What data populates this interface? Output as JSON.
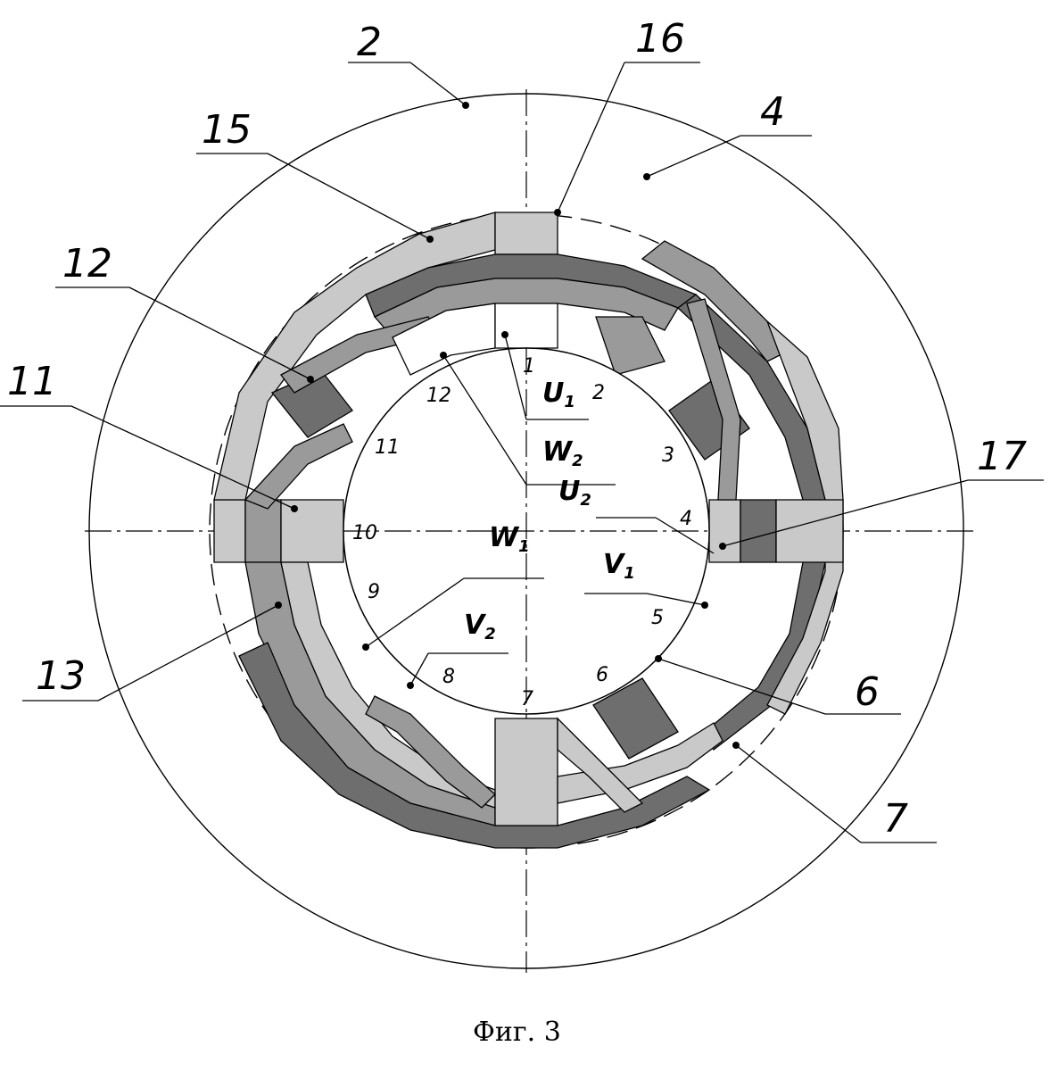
{
  "figure": {
    "caption": "Фиг. 3",
    "callouts": [
      {
        "id": "2",
        "label": "2"
      },
      {
        "id": "4",
        "label": "4"
      },
      {
        "id": "6",
        "label": "6"
      },
      {
        "id": "7",
        "label": "7"
      },
      {
        "id": "11",
        "label": "11"
      },
      {
        "id": "12",
        "label": "12"
      },
      {
        "id": "13",
        "label": "13"
      },
      {
        "id": "15",
        "label": "15"
      },
      {
        "id": "16",
        "label": "16"
      },
      {
        "id": "17",
        "label": "17"
      }
    ],
    "slot_numbers": [
      "1",
      "2",
      "3",
      "4",
      "5",
      "6",
      "7",
      "8",
      "9",
      "10",
      "11",
      "12"
    ],
    "phase_labels": [
      {
        "letter": "U",
        "sub": "1"
      },
      {
        "letter": "W",
        "sub": "2"
      },
      {
        "letter": "U",
        "sub": "2"
      },
      {
        "letter": "W",
        "sub": "1"
      },
      {
        "letter": "V",
        "sub": "1"
      },
      {
        "letter": "V",
        "sub": "2"
      }
    ],
    "colors": {
      "light": "#c9c9c9",
      "mid": "#9a9a9a",
      "dark": "#6e6e6e",
      "line": "#000000"
    }
  }
}
